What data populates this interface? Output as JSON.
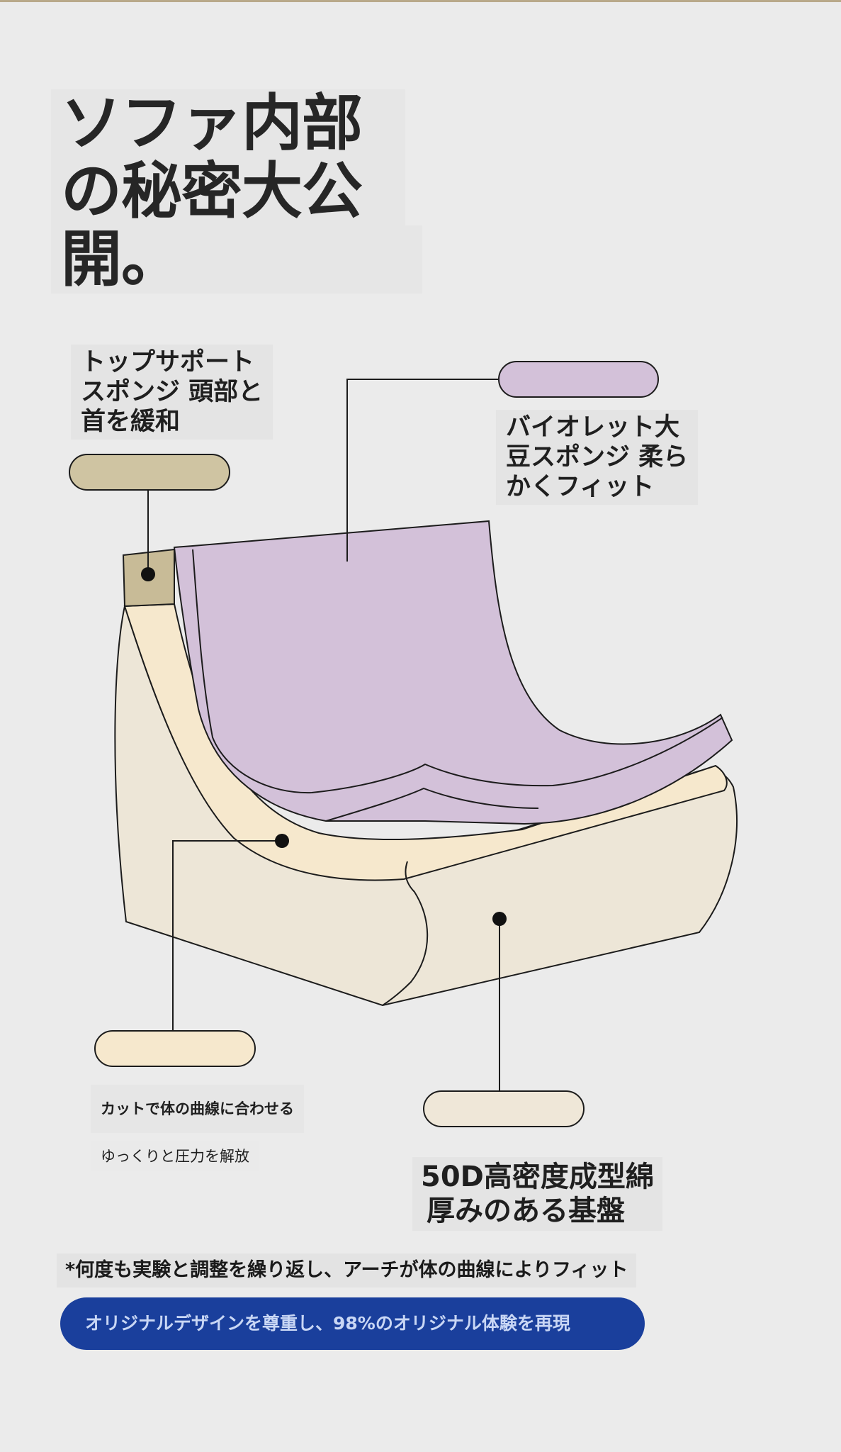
{
  "title": {
    "lines": [
      "ソファ内部",
      "の秘密大公",
      "開。"
    ]
  },
  "callouts": {
    "top_support": {
      "lines": [
        "トップサポート",
        "スポンジ 頭部と",
        "首を緩和"
      ],
      "color": "#cfc4a2"
    },
    "violet_sponge": {
      "lines": [
        "バイオレット大",
        "豆スポンジ 柔ら",
        "かくフィット"
      ],
      "color": "#d3c1d9"
    },
    "cut_layer": {
      "line1": "カットで体の曲線に合わせる",
      "line2": "ゆっくりと圧力を解放",
      "color": "#f6e8cd"
    },
    "base": {
      "lines": [
        "50D高密度成型綿",
        "厚みのある基盤"
      ],
      "color": "#efe7d8"
    }
  },
  "note": "*何度も実験と調整を繰り返し、アーチが体の曲線によりフィット",
  "banner": {
    "text": "オリジナルデザインを尊重し、98%のオリジナル体験を再現",
    "color": "#1a3f9c"
  }
}
